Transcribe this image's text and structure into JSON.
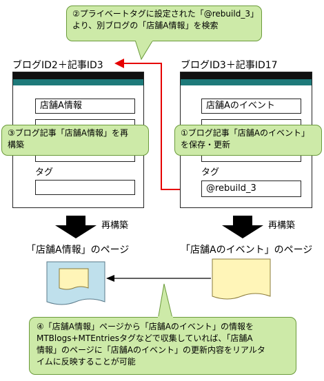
{
  "callout_top": {
    "line1": "②プライベートタグに設定された「@rebuild_3」",
    "line2": "より、別ブログの「店舗A情報」を検索"
  },
  "left_panel": {
    "title": "ブログID2＋記事ID3",
    "field1": "店舗A情報",
    "tag_label": "タグ",
    "callout_line1": "③ブログ記事「店舗A情報」を再",
    "callout_line2": "構築"
  },
  "right_panel": {
    "title": "ブログID3＋記事ID17",
    "field1": "店舗Aのイベント",
    "tag_label": "タグ",
    "tag_value": "@rebuild_3",
    "callout_line1": "①ブログ記事「店舗Aのイベント」",
    "callout_line2": "を保存・更新"
  },
  "rebuild_left": "再構築",
  "rebuild_right": "再構築",
  "page_left_label": "「店舗A情報」のページ",
  "page_right_label": "「店舗Aのイベント」のページ",
  "callout_bottom": {
    "line1": "④「店舗A情報」ページから「店舗Aのイベント」の情報を",
    "line2": "MTBlogs+MTEntriesタグなどで収集していれば、「店舗A",
    "line3": "情報」のページに「店舗Aのイベント」の更新内容をリアルタ",
    "line4": "イムに反映することが可能"
  },
  "colors": {
    "callout_fill": "#cdeaa8",
    "titlebar": "#111111",
    "teal_bar": "#1e7a7a",
    "red_arrow": "#e60000",
    "doc_blue": "#bfe0ec",
    "doc_yellow": "#fff5b8"
  }
}
